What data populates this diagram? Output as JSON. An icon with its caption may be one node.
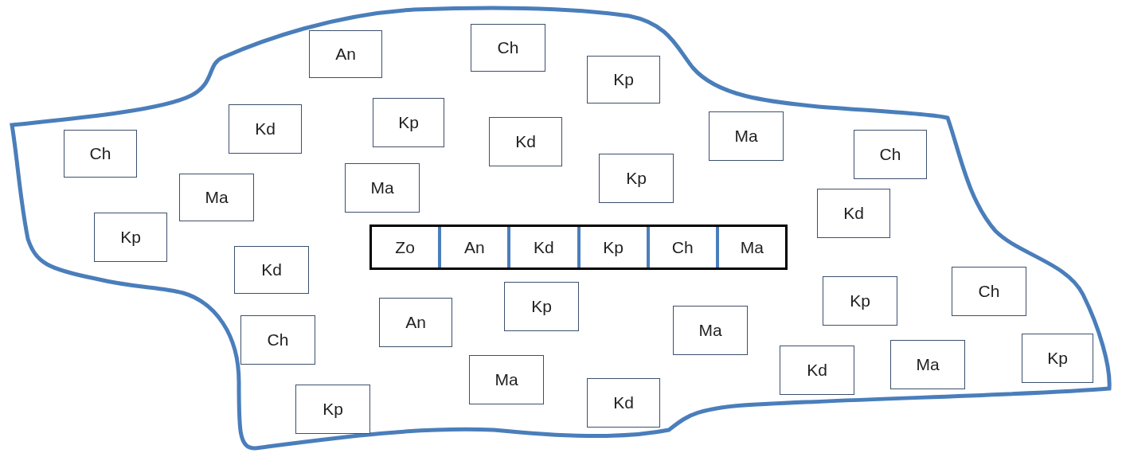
{
  "diagram": {
    "nodes": [
      {
        "text": [],
        "shape": "cloud"
      },
      {
        "text": [
          "An"
        ],
        "in": 0
      },
      {
        "text": [
          "Ch"
        ],
        "in": 0
      },
      {
        "text": [
          "Kp"
        ],
        "in": 0
      },
      {
        "text": [
          "Kd"
        ],
        "in": 0
      },
      {
        "text": [
          "Kp"
        ],
        "in": 0
      },
      {
        "text": [
          "Kd"
        ],
        "in": 0
      },
      {
        "text": [
          "Ma"
        ],
        "in": 0
      },
      {
        "text": [
          "Ch"
        ],
        "in": 0
      },
      {
        "text": [
          "Ch"
        ],
        "in": 0
      },
      {
        "text": [
          "Ma"
        ],
        "in": 0
      },
      {
        "text": [
          "Ma"
        ],
        "in": 0
      },
      {
        "text": [
          "Kp"
        ],
        "in": 0
      },
      {
        "text": [
          "Kd"
        ],
        "in": 0
      },
      {
        "text": [
          "Kp"
        ],
        "in": 0
      },
      {
        "text": [
          "Zo",
          "An",
          "Kd",
          "Kp",
          "Ch",
          "Ma"
        ],
        "in": 0
      },
      {
        "text": [
          "Kd"
        ],
        "in": 0
      },
      {
        "text": [
          "Kp"
        ],
        "in": 0
      },
      {
        "text": [
          "Kp"
        ],
        "in": 0
      },
      {
        "text": [
          "Ch"
        ],
        "in": 0
      },
      {
        "text": [
          "An"
        ],
        "in": 0
      },
      {
        "text": [
          "Ma"
        ],
        "in": 0
      },
      {
        "text": [
          "Ch"
        ],
        "in": 0
      },
      {
        "text": [
          "Kd"
        ],
        "in": 0
      },
      {
        "text": [
          "Ma"
        ],
        "in": 0
      },
      {
        "text": [
          "Kp"
        ],
        "in": 0
      },
      {
        "text": [
          "Ma"
        ],
        "in": 0
      },
      {
        "text": [
          "Kd"
        ],
        "in": 0
      },
      {
        "text": [
          "Kp"
        ],
        "in": 0
      }
    ]
  }
}
